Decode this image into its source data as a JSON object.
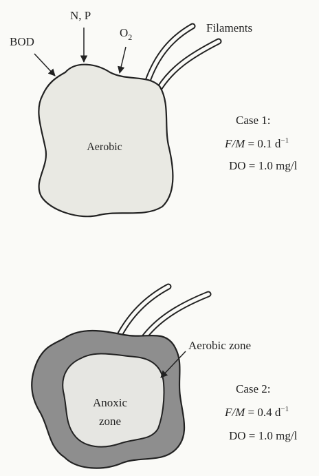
{
  "case1": {
    "inputs": {
      "bod": "BOD",
      "np": "N, P",
      "o2_base": "O",
      "o2_sub": "2"
    },
    "filaments_label": "Filaments",
    "floc_label": "Aerobic",
    "title": "Case 1:",
    "fm_var": "F/M",
    "fm_value": " = 0.1 d",
    "fm_exp": "−1",
    "do_text": "DO = 1.0 mg/l"
  },
  "case2": {
    "aerobic_zone_label": "Aerobic zone",
    "anoxic_line1": "Anoxic",
    "anoxic_line2": "zone",
    "title": "Case 2:",
    "fm_var": "F/M",
    "fm_value": " = 0.4 d",
    "fm_exp": "−1",
    "do_text": "DO = 1.0 mg/l"
  },
  "colors": {
    "ink": "#222222",
    "floc_fill": "#e9e9e3",
    "aerobic_shell": "#8e8e8e",
    "anoxic_core": "#e6e6e2"
  }
}
